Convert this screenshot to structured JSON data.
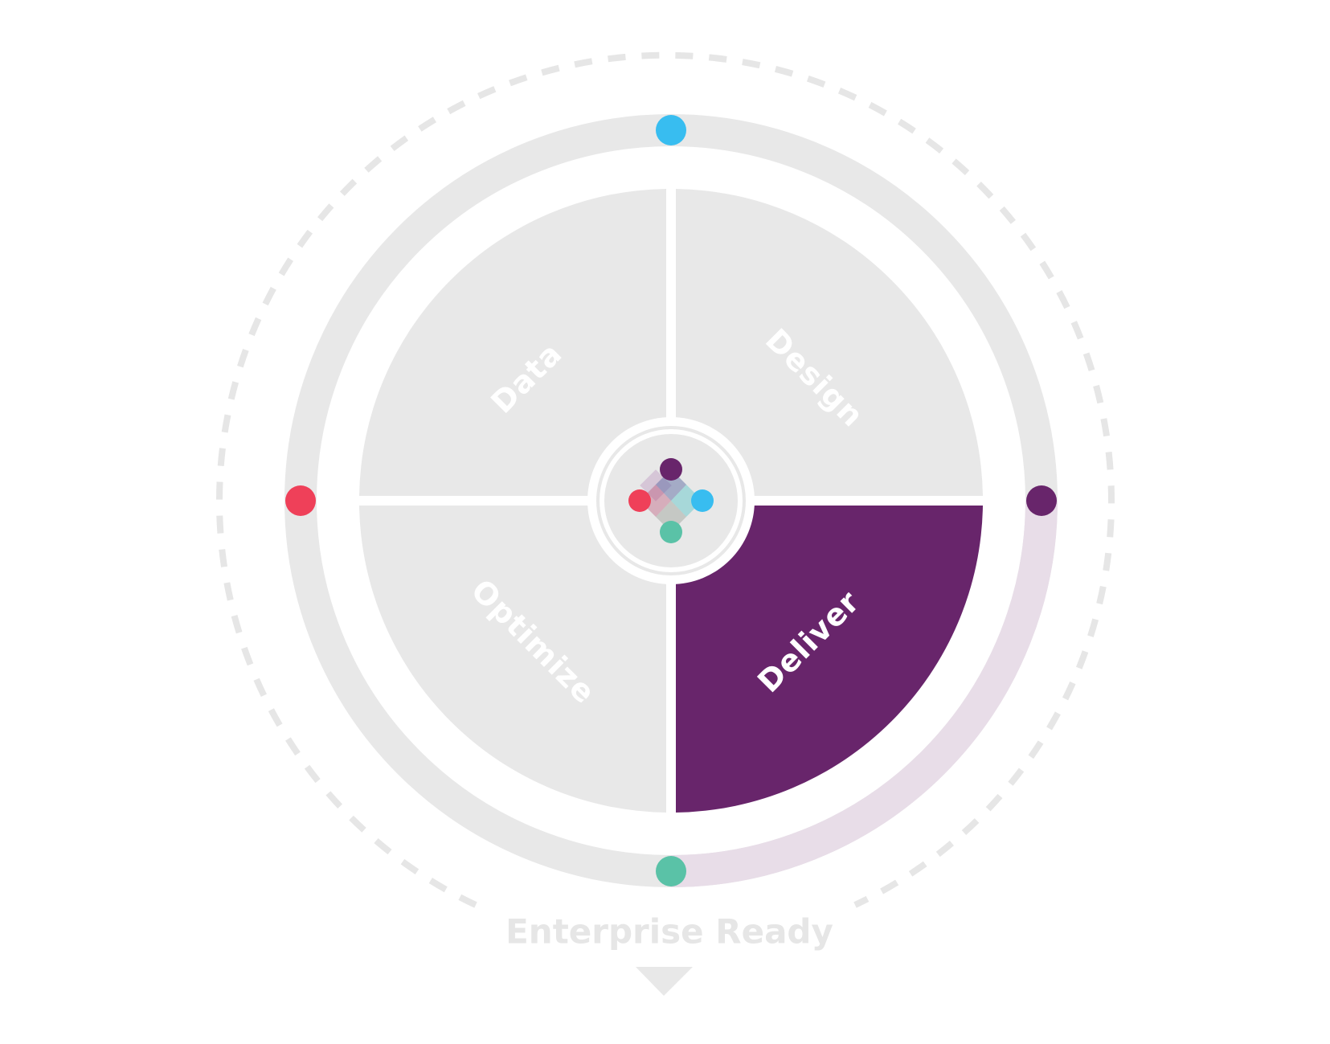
{
  "diagram": {
    "segments": [
      {
        "id": "data",
        "label": "Data",
        "active": false
      },
      {
        "id": "design",
        "label": "Design",
        "active": false
      },
      {
        "id": "deliver",
        "label": "Deliver",
        "active": true
      },
      {
        "id": "optimize",
        "label": "Optimize",
        "active": false
      }
    ],
    "caption": "Enterprise Ready",
    "nodes": [
      {
        "position": "top",
        "color": "#38bdf0"
      },
      {
        "position": "right",
        "color": "#68256b"
      },
      {
        "position": "bottom",
        "color": "#5ac2a7"
      },
      {
        "position": "left",
        "color": "#ef4059"
      }
    ],
    "colors": {
      "inactive": "#e8e8e8",
      "active": "#68256b",
      "progress": "#e8dde8",
      "label_inactive": "#ffffff",
      "label_active": "#ffffff",
      "caption": "#e6e6e6",
      "dashed_ring": "#e6e6e6"
    }
  }
}
